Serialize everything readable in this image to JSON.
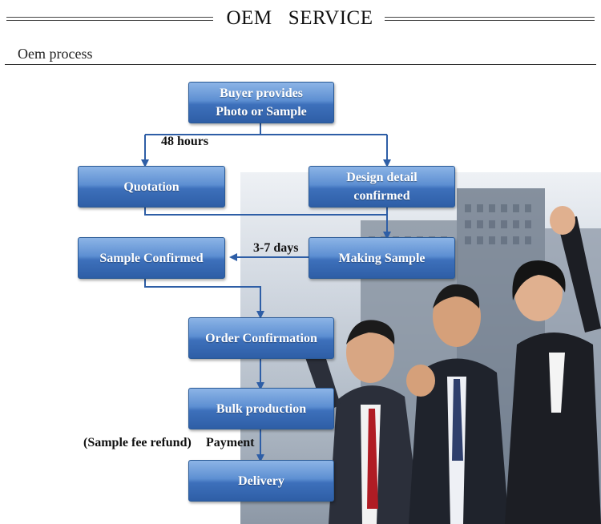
{
  "header": {
    "title": "OEM   SERVICE",
    "section_label": "Oem process"
  },
  "flow": {
    "buyer_provides": {
      "line1": "Buyer provides",
      "line2": "Photo or Sample"
    },
    "quotation": "Quotation",
    "design_detail": {
      "line1": "Design detail",
      "line2": "confirmed"
    },
    "sample_confirmed": "Sample Confirmed",
    "making_sample": "Making Sample",
    "order_confirmation": "Order Confirmation",
    "bulk_production": "Bulk production",
    "delivery": "Delivery",
    "label_48_hours": "48 hours",
    "label_3_7_days": "3-7 days",
    "label_sample_fee_refund": "(Sample fee refund)",
    "label_payment": "Payment"
  },
  "colors": {
    "box_top": "#8cb4e6",
    "box_bottom": "#2e5ea6",
    "arrow": "#2e5ea6"
  }
}
